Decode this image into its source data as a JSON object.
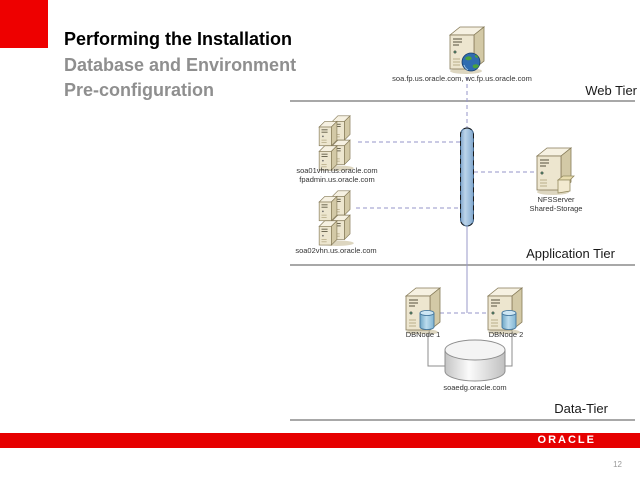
{
  "slide": {
    "title": "Performing the Installation",
    "subtitle_line1": "Database and Environment",
    "subtitle_line2": "Pre-configuration",
    "footer_logo": "ORACLE",
    "page_number": "12"
  },
  "colors": {
    "brand_red": "#ee0000",
    "footer_red": "#e60000",
    "subtitle_gray": "#8f8f8f",
    "tier_line_gray": "#a8a8a8",
    "connector_purple": "#9595c8",
    "capsule_blue_fill": "#a9c7e4",
    "server_beige": "#ede6cf",
    "db_cylinder_blue": "#8fc0dc"
  },
  "tiers": [
    {
      "label": "Web Tier"
    },
    {
      "label": "Application Tier"
    },
    {
      "label": "Data-Tier"
    }
  ],
  "nodes": {
    "web_server": {
      "label": "soa.fp.us.oracle.com, wc.fp.us.oracle.com"
    },
    "app_cluster_1": {
      "label_line1": "soa01vhn.us.oracle.com",
      "label_line2": "fpadmin.us.oracle.com"
    },
    "app_cluster_2": {
      "label": "soa02vhn.us.oracle.com"
    },
    "nfs_server": {
      "label_line1": "NFSServer",
      "label_line2": "Shared-Storage"
    },
    "db_node_1": {
      "label": "DBNode 1"
    },
    "db_node_2": {
      "label": "DBNode 2"
    },
    "database": {
      "label": "soaedg.oracle.com"
    }
  },
  "icons": {
    "web_server": "web-server-icon",
    "app_cluster": "cluster-server-icon",
    "nfs_server": "nfs-server-icon",
    "db_node": "db-server-icon",
    "database": "database-cylinder-icon",
    "shared_storage": "storage-capsule-icon"
  }
}
